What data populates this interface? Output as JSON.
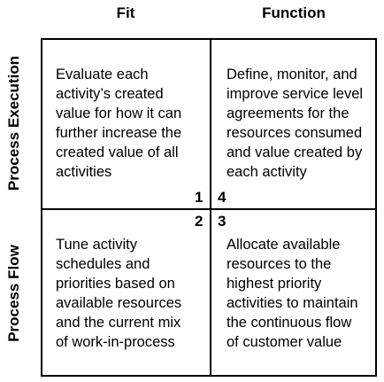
{
  "columns": [
    "Fit",
    "Function"
  ],
  "rows": [
    "Process Execution",
    "Process Flow"
  ],
  "cells": [
    {
      "number": "1",
      "text": "Evaluate each\nactivity’s created\nvalue for how it can\nfurther increase the\ncreated value of all\nactivities"
    },
    {
      "number": "4",
      "text": "Define, monitor, and\nimprove service level\nagreements for the\nresources consumed\nand value created by\neach activity"
    },
    {
      "number": "2",
      "text": "Tune activity\nschedules and\npriorities based on\navailable resources\nand the current mix\nof work-in-process"
    },
    {
      "number": "3",
      "text": "Allocate available\nresources to the\nhighest priority\nactivities to maintain\nthe continuous flow\nof customer value"
    }
  ]
}
